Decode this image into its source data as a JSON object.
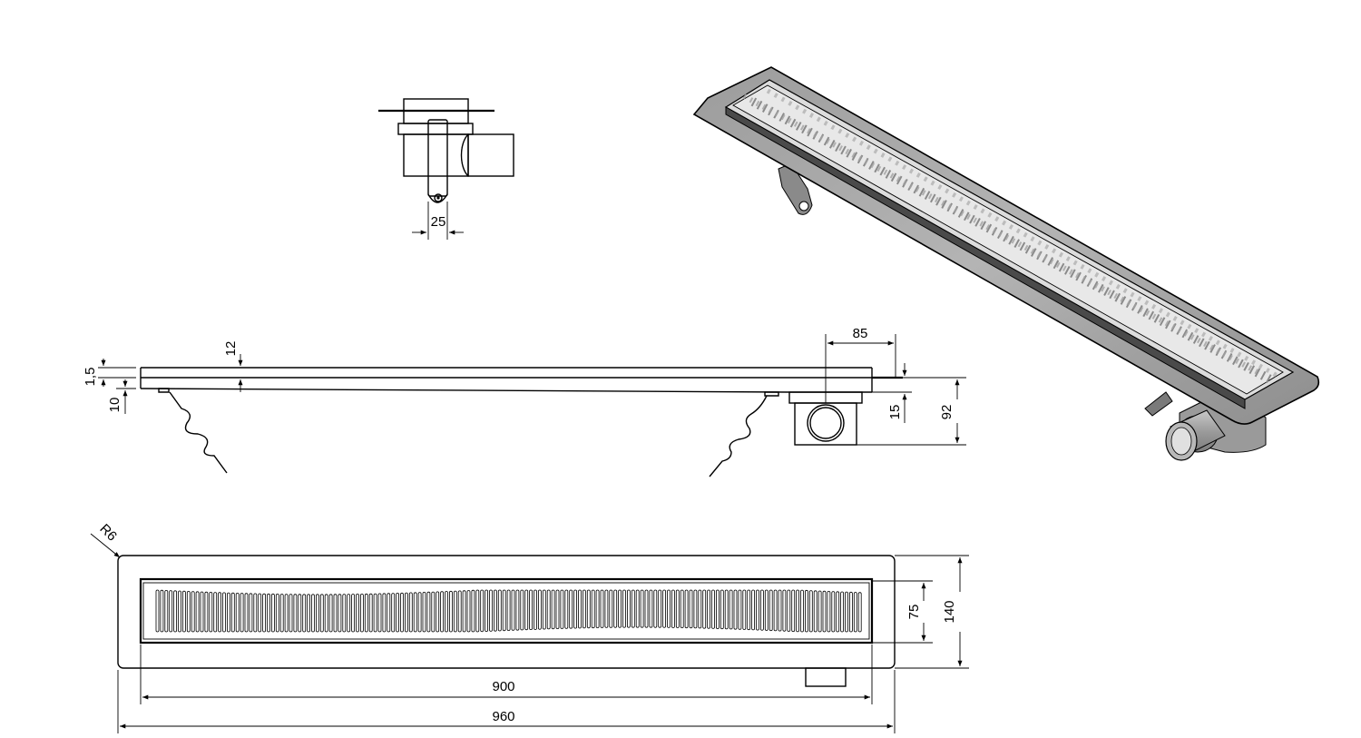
{
  "colors": {
    "line": "#000000",
    "metal_fill": "#a8a8a8",
    "metal_dark": "#5a5a5a",
    "metal_light": "#d4d4d4",
    "background": "#ffffff"
  },
  "dimensions": {
    "outlet_width": "25",
    "outlet_offset": "85",
    "grate_depth": "12",
    "flange_thickness": "1,5",
    "body_height": "10",
    "outlet_height": "15",
    "total_height": "92",
    "corner_radius": "R6",
    "grate_width": "75",
    "total_width": "140",
    "grate_length": "900",
    "total_length": "960"
  }
}
